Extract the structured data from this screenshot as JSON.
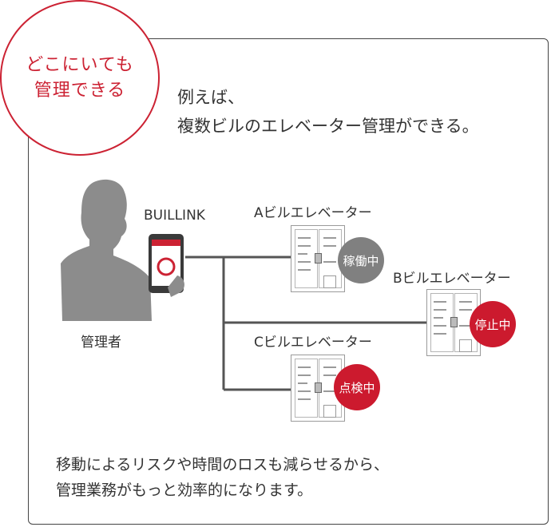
{
  "badge": {
    "line1": "どこにいても",
    "line2": "管理できる"
  },
  "intro": {
    "line1": "例えば、",
    "line2": "複数ビルのエレベーター管理ができる。"
  },
  "diagram": {
    "device_label": "BUILLINK",
    "manager_label": "管理者",
    "buildings": [
      {
        "label": "Aビルエレベーター",
        "status": "稼働中",
        "status_color": "#808080"
      },
      {
        "label": "Bビルエレベーター",
        "status": "停止中",
        "status_color": "#cc1a2e"
      },
      {
        "label": "Cビルエレベーター",
        "status": "点検中",
        "status_color": "#cc1a2e"
      }
    ]
  },
  "bottom": {
    "line1": "移動によるリスクや時間のロスも減らせるから、",
    "line2": "管理業務がもっと効率的になります。"
  },
  "colors": {
    "accent": "#cc2233",
    "line": "#555555",
    "silhouette": "#8c8c8c"
  }
}
